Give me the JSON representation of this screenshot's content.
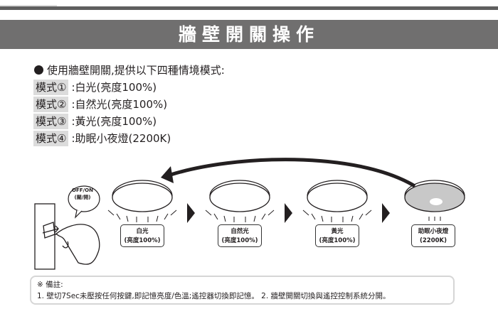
{
  "title": "牆壁開關操作",
  "intro": "使用牆壁開關,提供以下四種情境模式:",
  "modes": [
    {
      "tag": "模式①",
      "text": ":白光(亮度100%)"
    },
    {
      "tag": "模式②",
      "text": ":自然光(亮度100%)"
    },
    {
      "tag": "模式③",
      "text": ":黃光(亮度100%)"
    },
    {
      "tag": "模式④",
      "text": ":助眠小夜燈(2200K)"
    }
  ],
  "switch_bubble": {
    "line1": "OFF/ON",
    "line2": "(關/開)"
  },
  "lamps": [
    {
      "line1": "白光",
      "line2": "(亮度100%)"
    },
    {
      "line1": "自然光",
      "line2": "(亮度100%)"
    },
    {
      "line1": "黃光",
      "line2": "(亮度100%)"
    },
    {
      "line1": "助眠小夜燈",
      "line2": "(2200K)"
    }
  ],
  "note": {
    "heading": "※ 備註:",
    "line": "1. 壁切7Sec未壓按任何按鍵,即記憶亮度/色溫;遙控器切換即記憶。  2. 牆壁開關切換與遙控控制系統分開。"
  },
  "colors": {
    "banner": "#706f6f",
    "tag": "#dcdcdc",
    "nightlight": "#c8c8c8"
  }
}
